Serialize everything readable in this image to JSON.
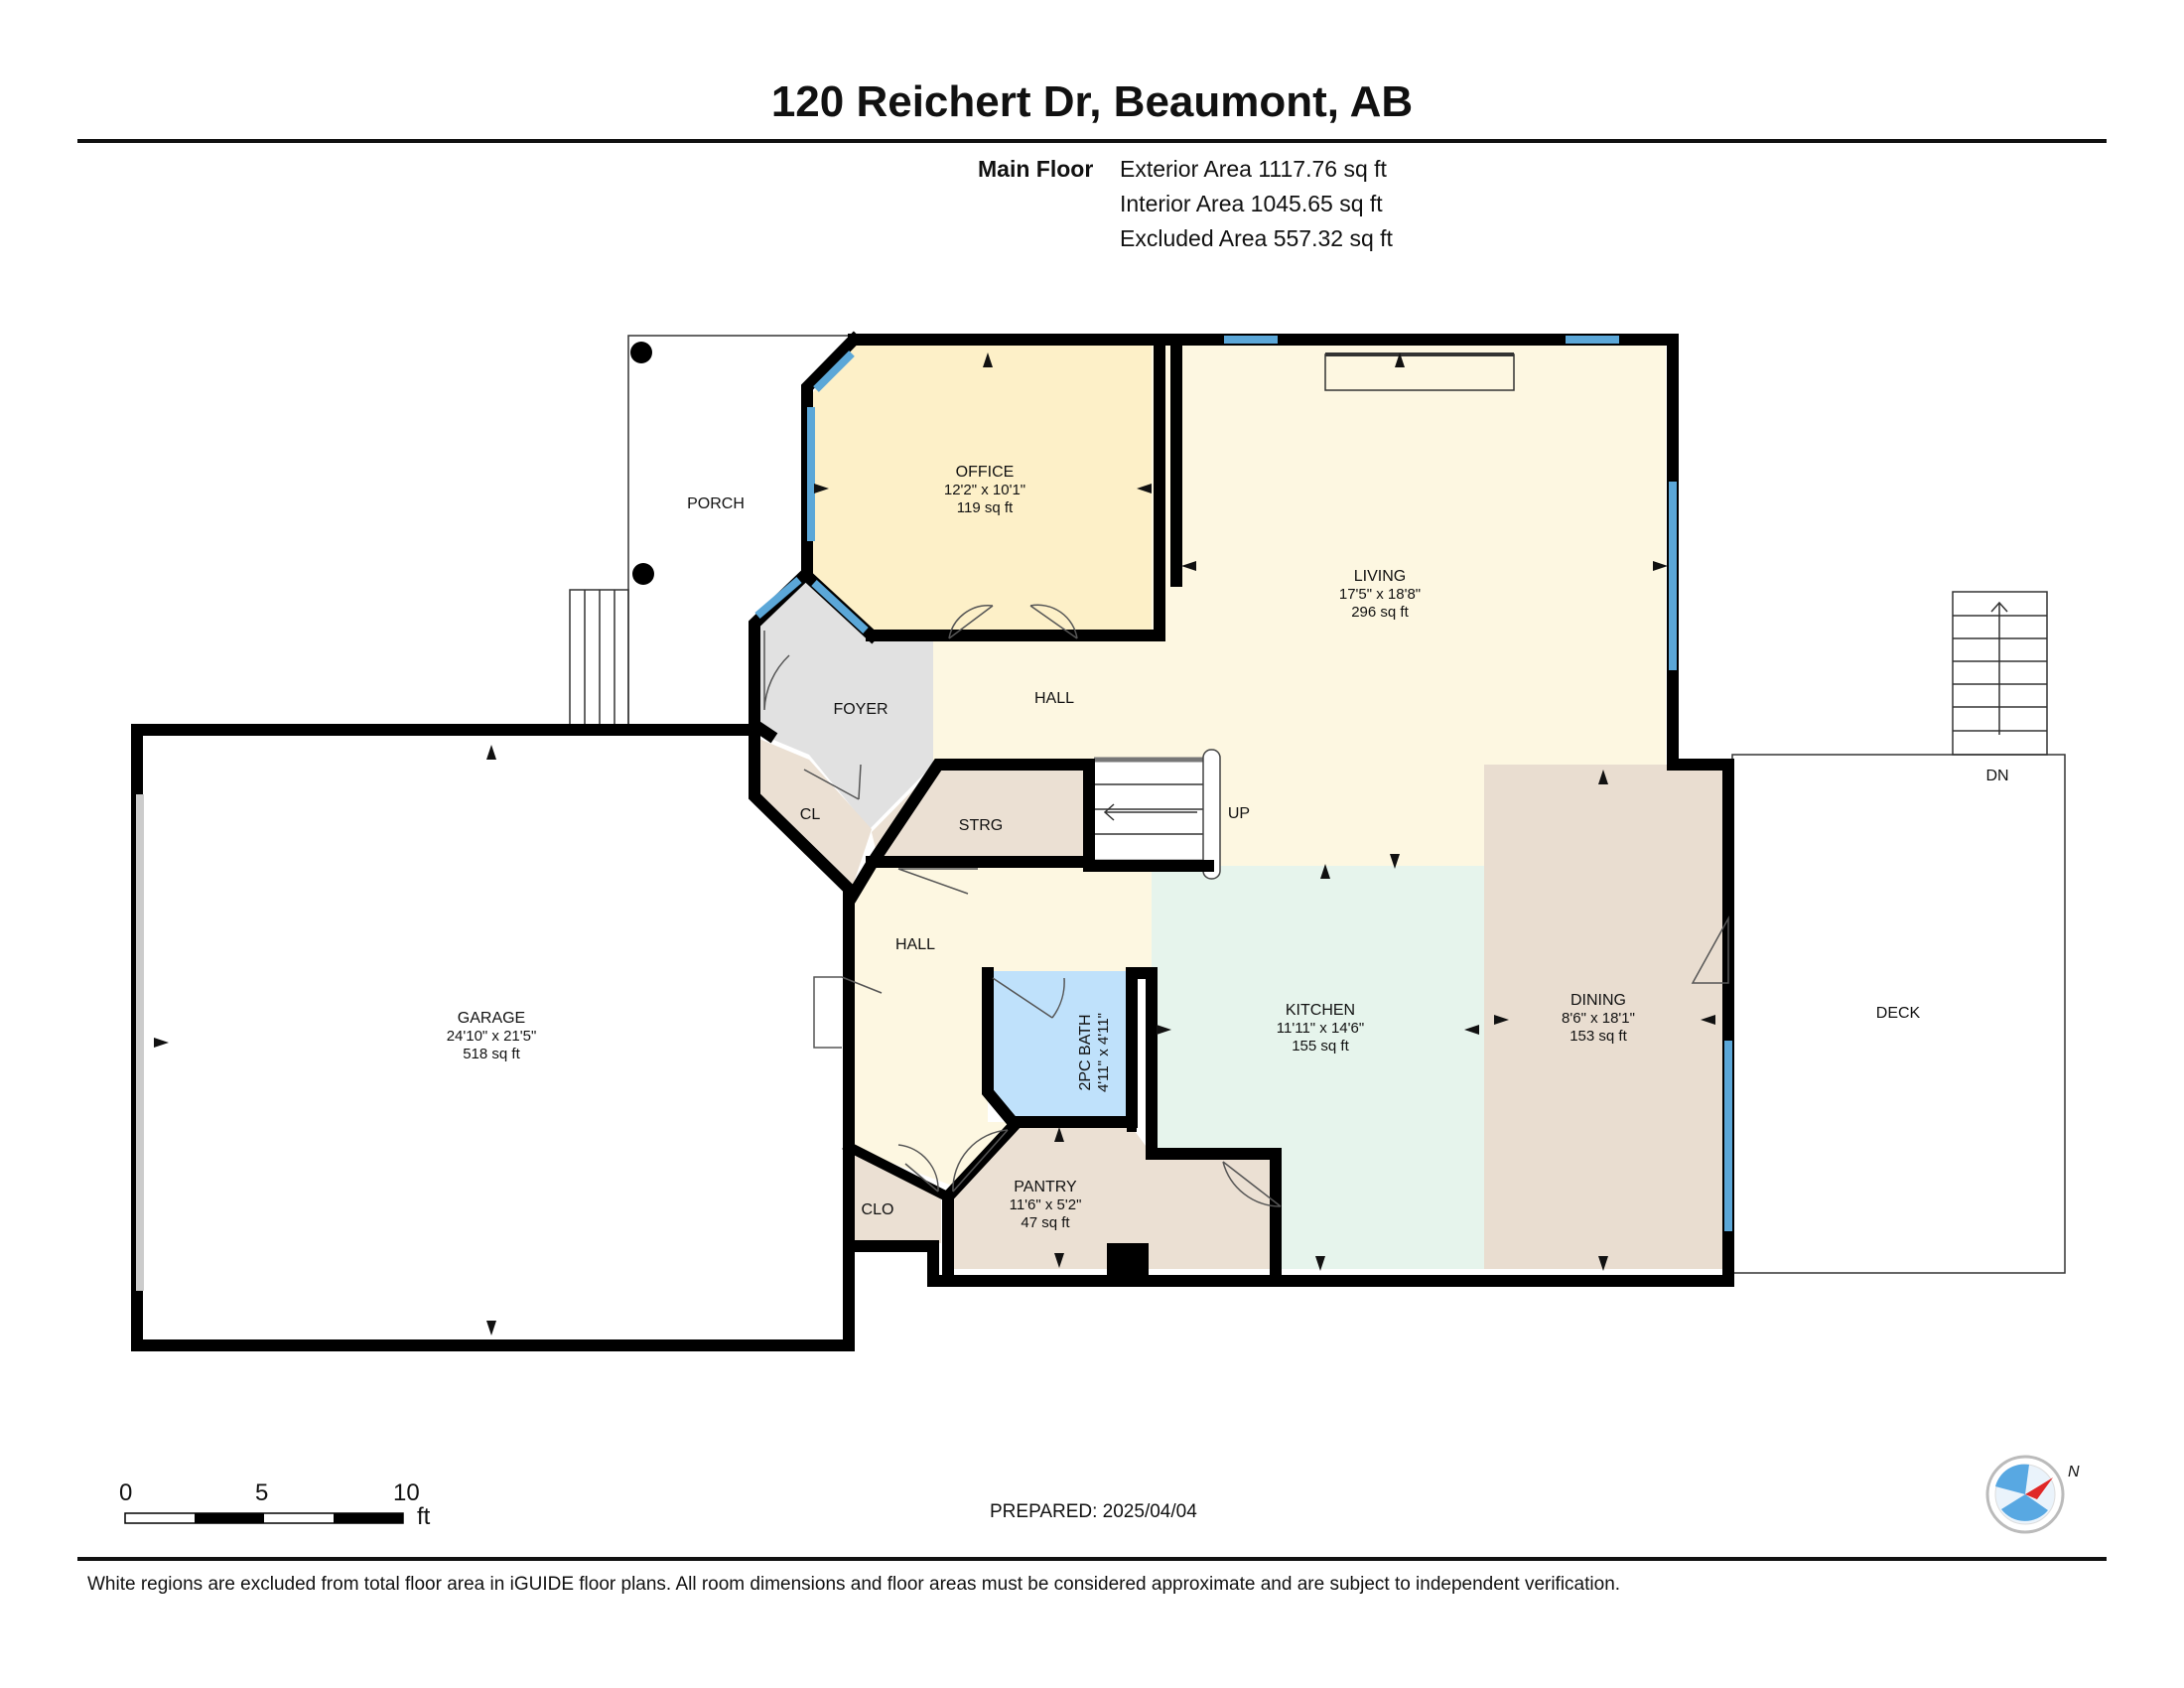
{
  "header": {
    "title": "120 Reichert Dr, Beaumont, AB"
  },
  "areas": {
    "floor_label": "Main Floor",
    "exterior": "Exterior Area 1117.76 sq ft",
    "interior": "Interior Area 1045.65 sq ft",
    "excluded": "Excluded Area 557.32 sq ft"
  },
  "rooms": {
    "office": {
      "name": "OFFICE",
      "dims": "12'2\" x 10'1\"",
      "area": "119 sq ft"
    },
    "living": {
      "name": "LIVING",
      "dims": "17'5\" x 18'8\"",
      "area": "296 sq ft"
    },
    "porch": {
      "name": "PORCH"
    },
    "foyer": {
      "name": "FOYER"
    },
    "hall_upper": {
      "name": "HALL"
    },
    "hall_lower": {
      "name": "HALL"
    },
    "cl": {
      "name": "CL"
    },
    "strg": {
      "name": "STRG"
    },
    "up": {
      "name": "UP"
    },
    "garage": {
      "name": "GARAGE",
      "dims": "24'10\" x 21'5\"",
      "area": "518 sq ft"
    },
    "kitchen": {
      "name": "KITCHEN",
      "dims": "11'11\" x 14'6\"",
      "area": "155 sq ft"
    },
    "dining": {
      "name": "DINING",
      "dims": "8'6\" x 18'1\"",
      "area": "153 sq ft"
    },
    "deck": {
      "name": "DECK"
    },
    "dn": {
      "name": "DN"
    },
    "bath": {
      "name": "2PC BATH",
      "dims": "4'11\" x 4'11\""
    },
    "pantry": {
      "name": "PANTRY",
      "dims": "11'6\" x 5'2\"",
      "area": "47 sq ft"
    },
    "clo": {
      "name": "CLO"
    }
  },
  "scale": {
    "ticks": [
      "0",
      "5",
      "10"
    ],
    "unit": "ft"
  },
  "compass": {
    "north_label": "N"
  },
  "footer": {
    "prepared": "PREPARED: 2025/04/04",
    "disclaimer": "White regions are excluded from total floor area in iGUIDE floor plans. All room dimensions and floor areas must be considered approximate and are subject to independent verification."
  },
  "colors": {
    "office": "#fdf0c8",
    "living": "#fdf7e1",
    "foyer": "#e1e1e1",
    "storage": "#ebe0d3",
    "kitchen": "#e6f4ec",
    "dining": "#e9ddd0",
    "bath": "#bfe1fb",
    "window": "#5ba7d8",
    "wall": "#000000"
  }
}
